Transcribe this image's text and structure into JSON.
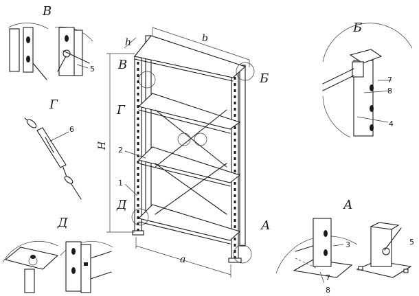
{
  "labels": {
    "v_top": "В",
    "b_top": "Б",
    "g_mid": "Г",
    "d_bot": "Д",
    "a_right": "А"
  },
  "rack_labels": {
    "v": "В",
    "b": "Б",
    "g": "Г",
    "d": "Д",
    "a": "А"
  },
  "dimensions": {
    "h": "h",
    "b": "b",
    "H": "H",
    "a": "a"
  },
  "part_numbers": {
    "n1": "1",
    "n2": "2",
    "n3": "3",
    "n4": "4",
    "n5a": "5",
    "n5b": "5",
    "n6": "6",
    "n7a": "7",
    "n7b": "7",
    "n8a": "8",
    "n8b": "8"
  }
}
